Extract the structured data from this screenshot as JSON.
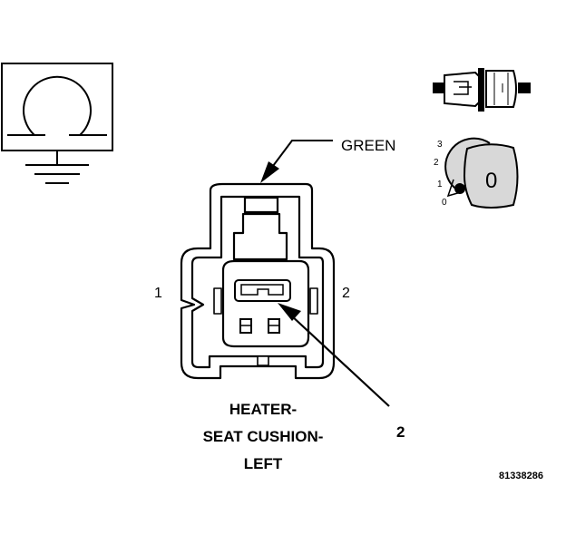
{
  "connector": {
    "color_label": "GREEN",
    "pin_left": "1",
    "pin_right": "2",
    "callout": "2",
    "name_lines": [
      "HEATER-",
      "SEAT CUSHION-",
      "LEFT"
    ]
  },
  "key_icon": {
    "positions": [
      "3",
      "2",
      "1",
      "0"
    ],
    "face_label": "0"
  },
  "figure_id": "81338286",
  "colors": {
    "stroke": "#000000",
    "fill": "#ffffff",
    "shade": "#d8d8d8"
  }
}
